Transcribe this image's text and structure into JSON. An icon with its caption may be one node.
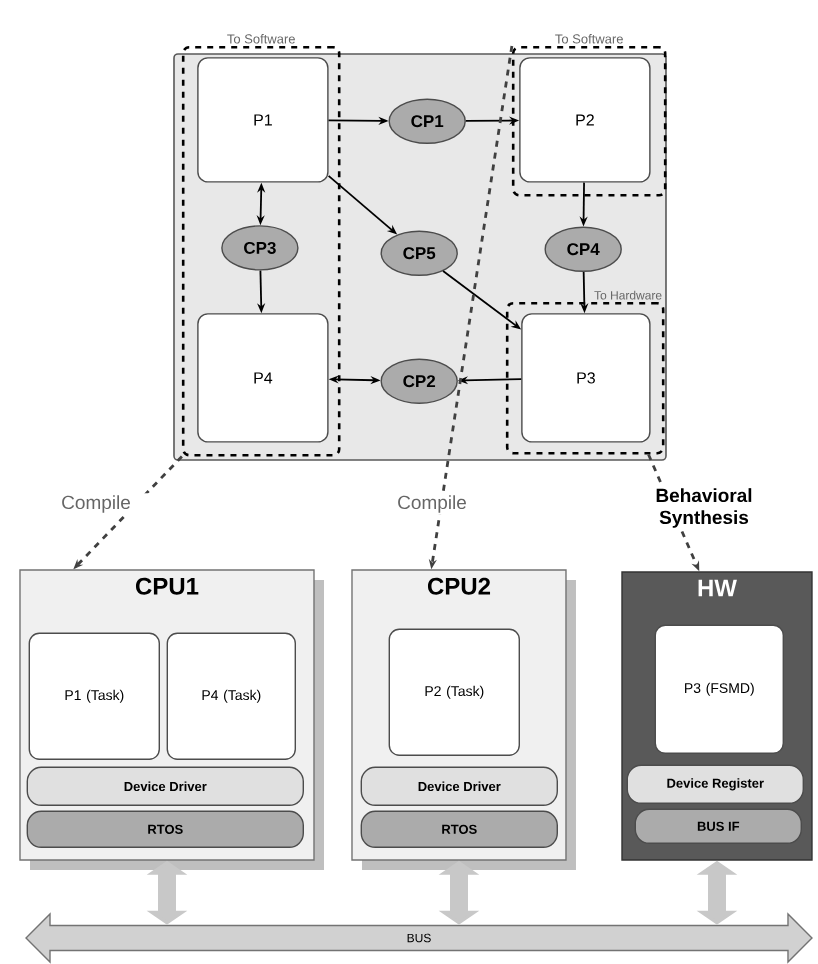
{
  "diagram": {
    "nodes": [
      {
        "text": [],
        "shape": "box"
      },
      {
        "text": [
          "To Software"
        ],
        "in": 0
      },
      {
        "text": [
          "P1"
        ],
        "in": 1
      },
      {
        "text": [
          "CP3"
        ],
        "in": 1
      },
      {
        "text": [
          "P4"
        ],
        "in": 1
      },
      {
        "text": [
          "CP1"
        ],
        "in": 0
      },
      {
        "text": [
          "CP5"
        ],
        "in": 0
      },
      {
        "text": [
          "CP2"
        ],
        "in": 0
      },
      {
        "text": [
          "To Software"
        ],
        "in": 0
      },
      {
        "text": [
          "P2"
        ],
        "in": 8
      },
      {
        "text": [
          "CP4"
        ],
        "in": 0
      },
      {
        "text": [
          "To Hardware"
        ],
        "in": 0
      },
      {
        "text": [
          "P3"
        ],
        "in": 11
      },
      {
        "text": [
          "CPU1"
        ]
      },
      {
        "text": [
          "P1 (Task)"
        ],
        "in": 13
      },
      {
        "text": [
          "P4 (Task)"
        ],
        "in": 13
      },
      {
        "text": [
          "Device Driver"
        ],
        "in": 13
      },
      {
        "text": [
          "RTOS"
        ],
        "in": 13
      },
      {
        "text": [
          "CPU2"
        ]
      },
      {
        "text": [
          "P2 (Task)"
        ],
        "in": 18
      },
      {
        "text": [
          "Device Driver"
        ],
        "in": 18
      },
      {
        "text": [
          "RTOS"
        ],
        "in": 18
      },
      {
        "text": [
          "HW"
        ]
      },
      {
        "text": [
          "P3 (FSMD)"
        ],
        "in": 22
      },
      {
        "text": [
          "Device Register"
        ],
        "in": 22
      },
      {
        "text": [
          "BUS IF"
        ],
        "in": 22
      },
      {
        "text": [
          "BUS"
        ]
      }
    ],
    "edges": [
      {
        "from": 2,
        "to": 5,
        "arrow": "to"
      },
      {
        "from": 5,
        "to": 9,
        "arrow": "to"
      },
      {
        "from": 2,
        "to": 3,
        "arrow": "both"
      },
      {
        "from": 3,
        "to": 4,
        "arrow": "to"
      },
      {
        "from": 2,
        "to": 6,
        "arrow": "to"
      },
      {
        "from": 6,
        "to": 12,
        "arrow": "to"
      },
      {
        "from": 9,
        "to": 10,
        "arrow": "to"
      },
      {
        "from": 10,
        "to": 12,
        "arrow": "to"
      },
      {
        "from": 4,
        "to": 7,
        "arrow": "both"
      },
      {
        "from": 12,
        "to": 7,
        "arrow": "to"
      },
      {
        "from": 1,
        "to": 13,
        "arrow": "to",
        "label": "Compile",
        "style": "dashed"
      },
      {
        "from": 8,
        "to": 18,
        "arrow": "to",
        "label": "Compile",
        "style": "dashed"
      },
      {
        "from": 11,
        "to": 22,
        "arrow": "to",
        "label": "Behavioral Synthesis",
        "style": "dashed"
      },
      {
        "from": 13,
        "to": 26,
        "arrow": "both",
        "style": "thick",
        "color": "#c8c8c8"
      },
      {
        "from": 18,
        "to": 26,
        "arrow": "both",
        "style": "thick",
        "color": "#c8c8c8"
      },
      {
        "from": 22,
        "to": 26,
        "arrow": "both",
        "style": "thick",
        "color": "#c8c8c8"
      }
    ]
  }
}
